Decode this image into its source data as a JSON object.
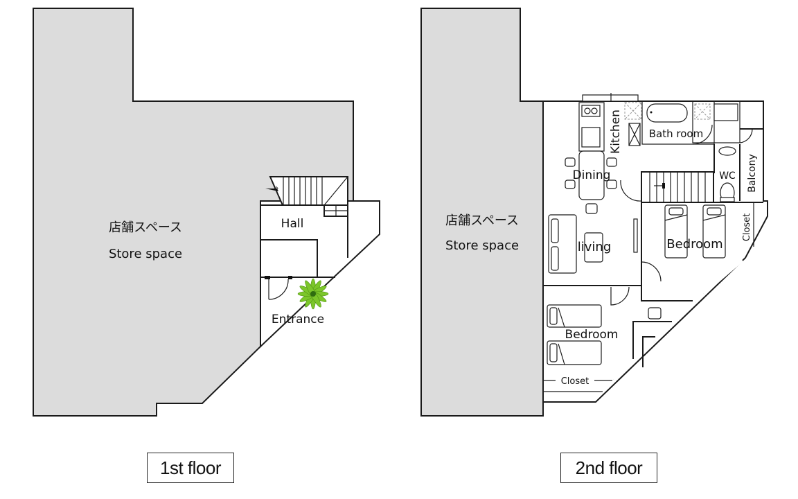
{
  "floor1": {
    "caption": "1st floor",
    "store_jp": "店舗スペース",
    "store_en": "Store space",
    "rooms": {
      "hall": "Hall",
      "entrance": "Entrance"
    },
    "plant_icon": "potted-plant-icon",
    "plant_color": "#7cc62a"
  },
  "floor2": {
    "caption": "2nd floor",
    "store_jp": "店舗スペース",
    "store_en": "Store space",
    "rooms": {
      "kitchen": "Kitchen",
      "bathroom": "Bath room",
      "dining": "Dining",
      "wc": "WC",
      "balcony": "Balcony",
      "living": "living",
      "bedroom_east": "Bedroom",
      "closet_east": "Closet",
      "bedroom_west": "Bedroom",
      "closet_west": "Closet"
    }
  },
  "colors": {
    "store_fill": "#dcdcdc",
    "wall": "#1a1a1a"
  }
}
